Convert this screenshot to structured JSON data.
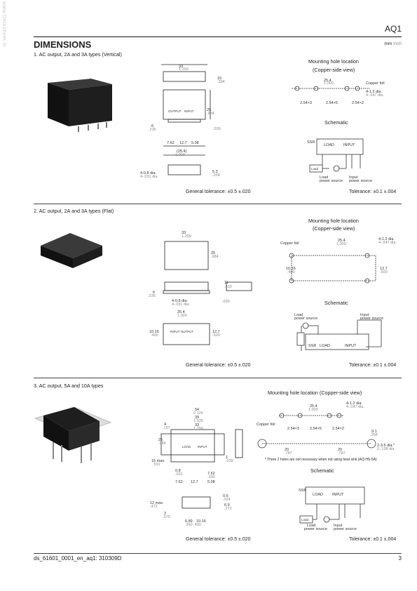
{
  "header": {
    "product": "AQ1",
    "title": "DIMENSIONS",
    "units_mm": "mm",
    "units_inch": "inch"
  },
  "watermark": "www.DataSheet.in",
  "sections": [
    {
      "heading": "1. AC output, 2A and 3A types (Vertical)",
      "mounting_title_1": "Mounting hole location",
      "mounting_title_2": "(Copper-side view)",
      "schematic_title": "Schematic",
      "general_tolerance": "General tolerance: ±0.5 ±.020",
      "tolerance": "Tolerance: ±0.1 ±.004"
    },
    {
      "heading": "2. AC output, 2A and 3A types (Flat)",
      "mounting_title_1": "Mounting hole location",
      "mounting_title_2": "(Copper-side view)",
      "schematic_title": "Schematic",
      "general_tolerance": "General tolerance: ±0.5 ±.020",
      "tolerance": "Tolerance: ±0.1 ±.004"
    },
    {
      "heading": "3. AC output, 5A and 10A types",
      "mounting_title_1": "Mounting hole location (Copper-side view)",
      "schematic_title": "Schematic",
      "note": "* There 2 holes are not necessary when not using heat sink (AQ-HS-5A)",
      "general_tolerance": "General tolerance: ±0.5 ±.020",
      "tolerance": "Tolerance: ±0.1 ±.004"
    }
  ],
  "footer": {
    "doc_id": "ds_61601_0001_en_aq1: 310309D",
    "page": "3"
  },
  "colors": {
    "body_black": "#1a1a1a",
    "rule": "#111111",
    "gray_text": "#888888"
  }
}
